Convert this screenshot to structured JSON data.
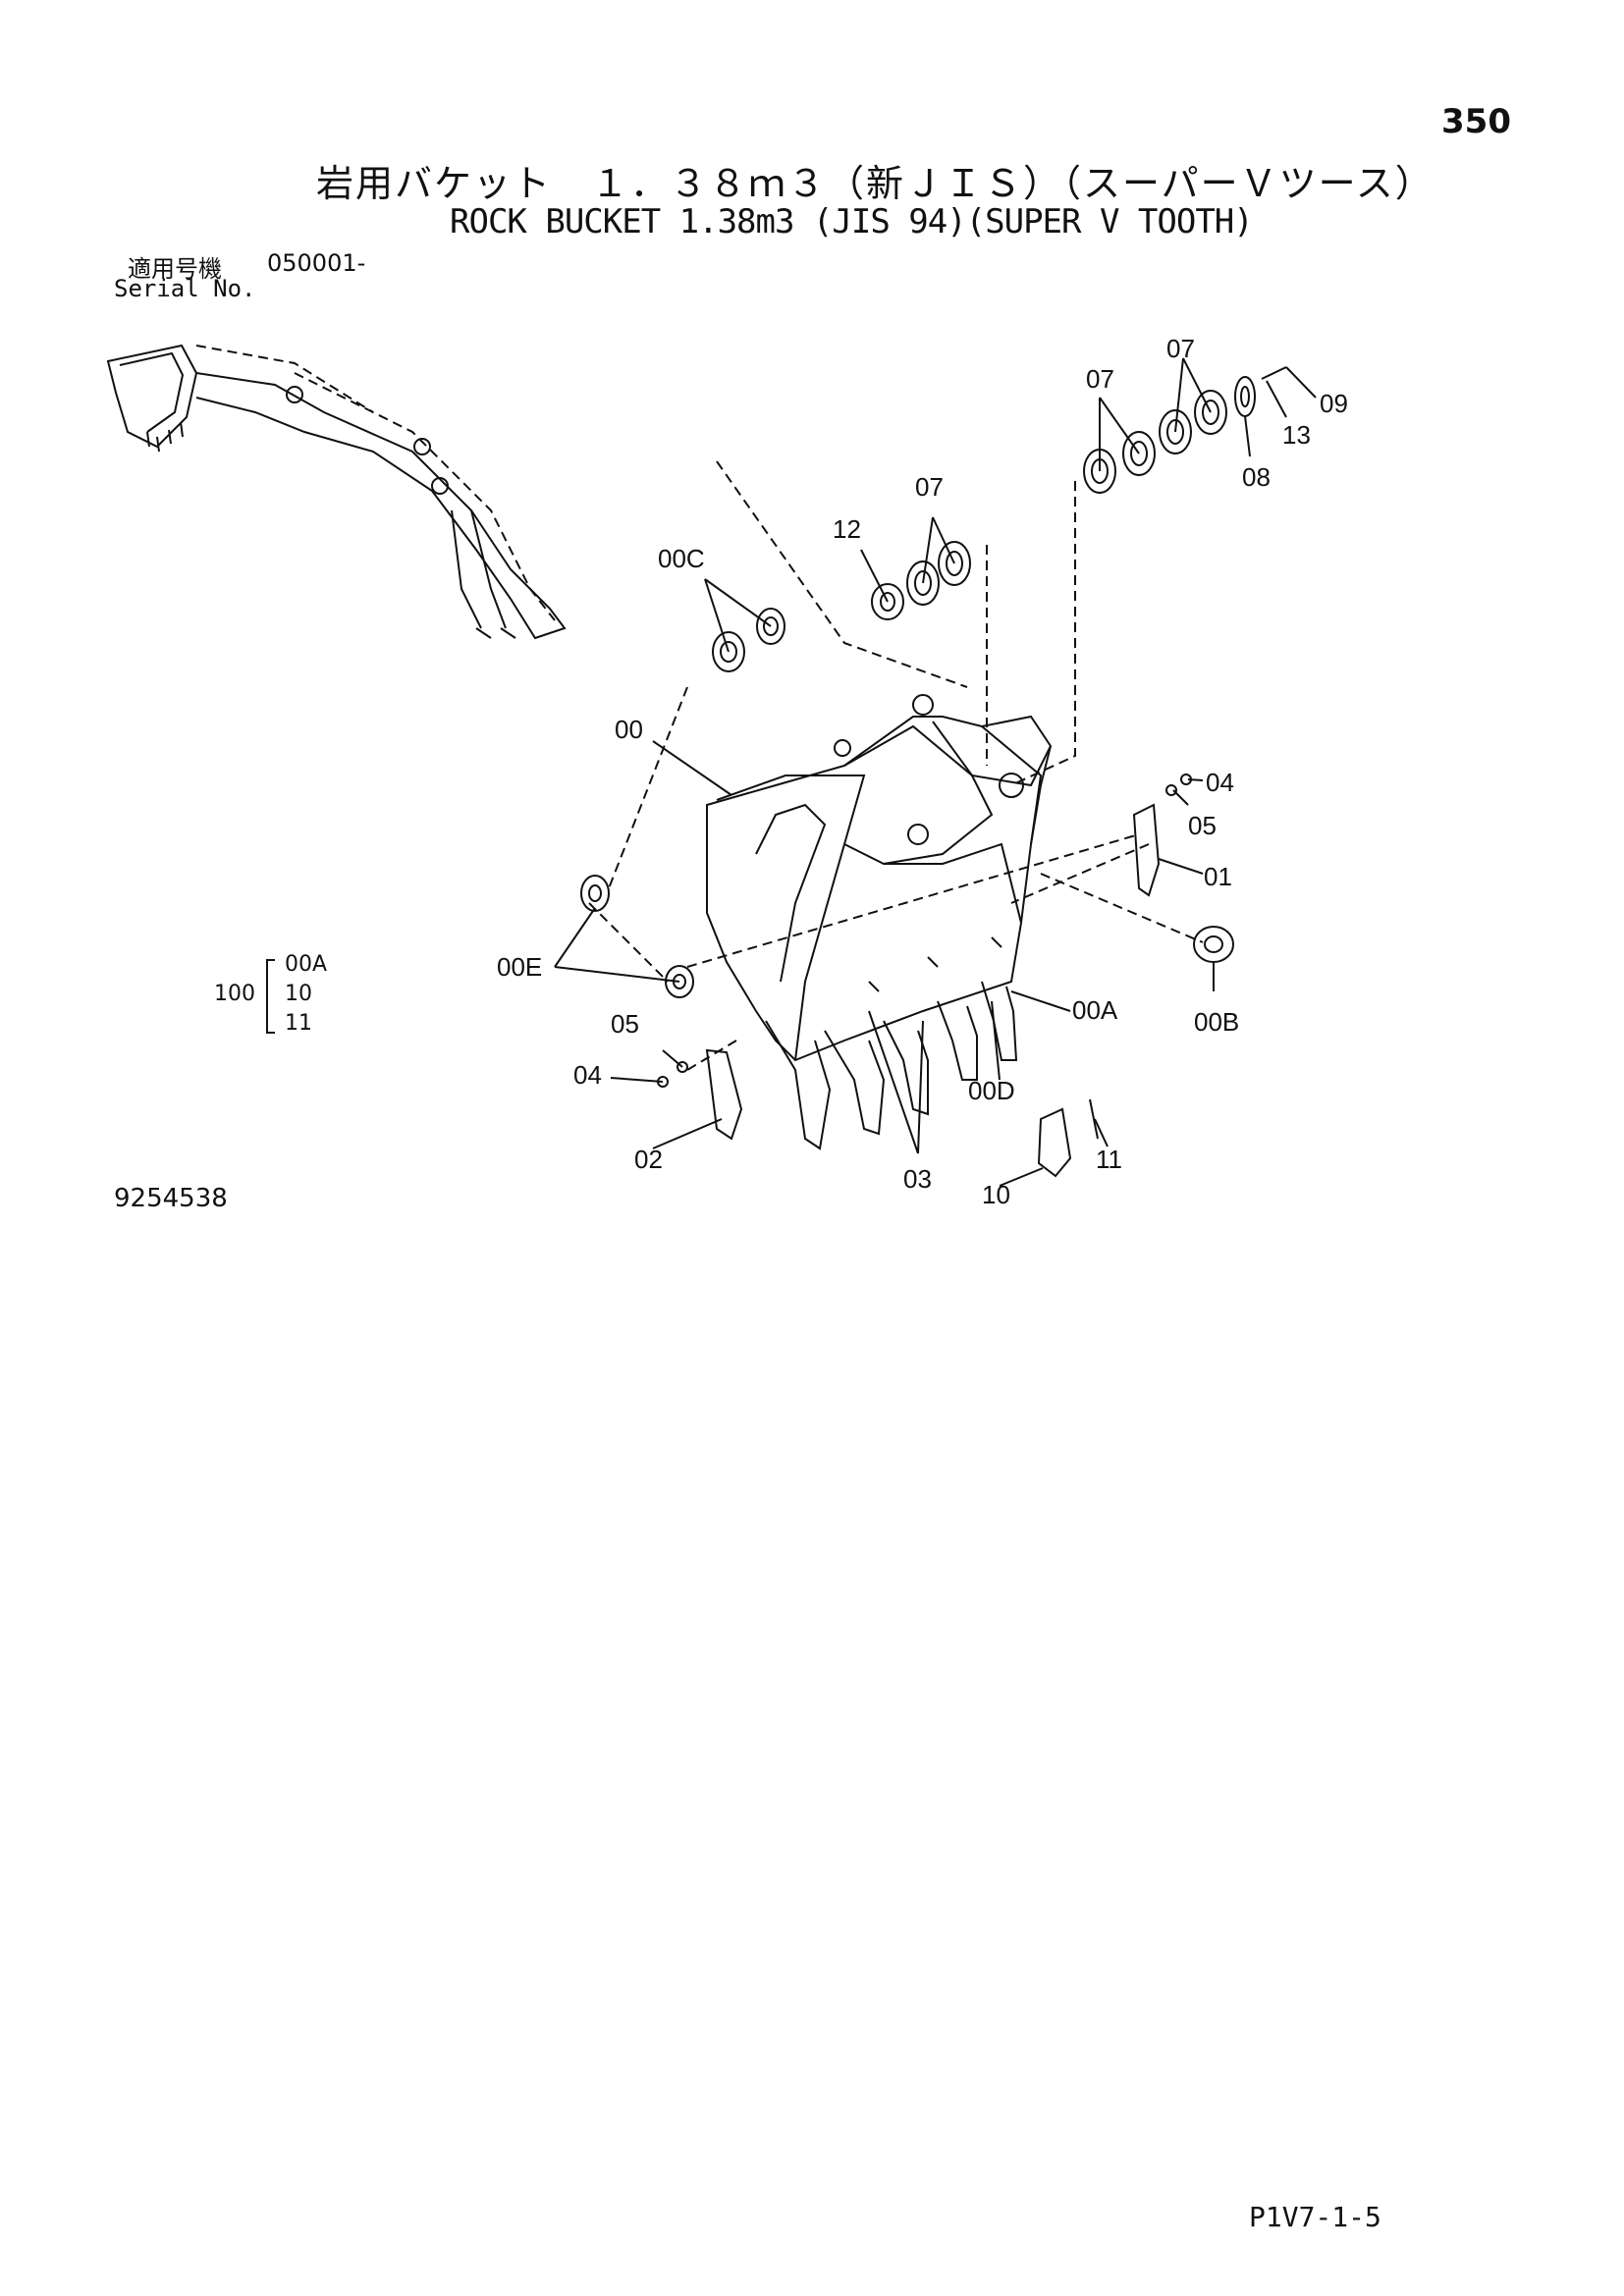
{
  "page_number": "350",
  "title_jp": "岩用バケット　１．３８ｍ３（新ＪＩＳ）（スーパーＶツース）",
  "title_en": "ROCK BUCKET 1.38m3 (JIS 94)(SUPER V TOOTH)",
  "serial": {
    "label_jp": "適用号機",
    "value": "050001-",
    "label_en": "Serial No."
  },
  "kit": {
    "number": "100",
    "items": [
      "00A",
      "10",
      "11"
    ]
  },
  "callouts": {
    "c00": "00",
    "c00A": "00A",
    "c00B": "00B",
    "c00C": "00C",
    "c00D": "00D",
    "c00E": "00E",
    "c01": "01",
    "c02": "02",
    "c03": "03",
    "c04a": "04",
    "c04b": "04",
    "c05a": "05",
    "c05b": "05",
    "c07a": "07",
    "c07b": "07",
    "c07c": "07",
    "c08": "08",
    "c09": "09",
    "c10": "10",
    "c11": "11",
    "c12": "12",
    "c13": "13"
  },
  "drawing_number": "9254538",
  "page_code": "P1V7-1-5"
}
